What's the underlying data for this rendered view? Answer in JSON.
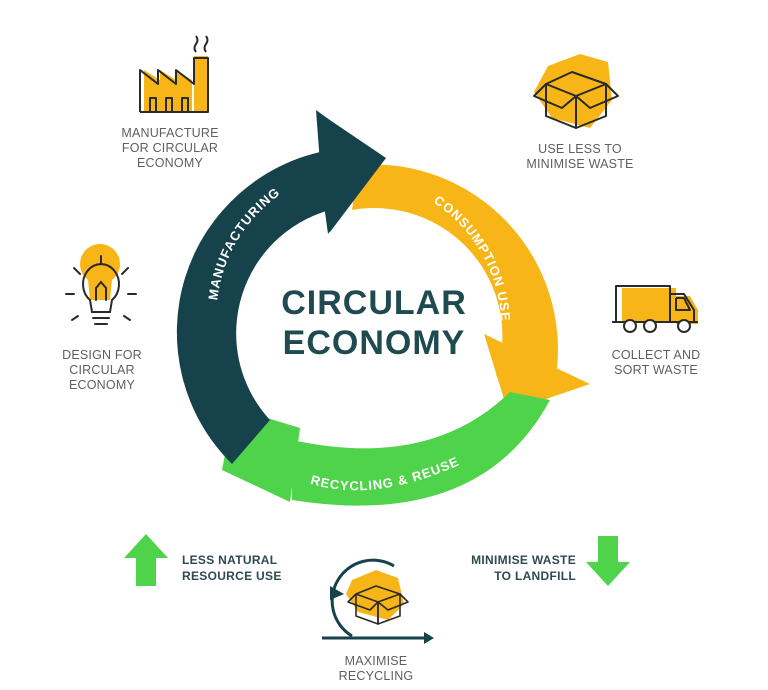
{
  "title": {
    "line1": "CIRCULAR",
    "line2": "ECONOMY"
  },
  "cycle": {
    "manufacturing": "MANUFACTURING",
    "consumption": "CONSUMPTION USE",
    "recycling": "RECYCLING & REUSE"
  },
  "labels": {
    "manufacture": [
      "MANUFACTURE",
      "FOR CIRCULAR",
      "ECONOMY"
    ],
    "use_less": [
      "USE LESS TO",
      "MINIMISE WASTE"
    ],
    "collect": [
      "COLLECT AND",
      "SORT WASTE"
    ],
    "design": [
      "DESIGN FOR",
      "CIRCULAR",
      "ECONOMY"
    ],
    "maximise": [
      "MAXIMISE",
      "RECYCLING"
    ]
  },
  "bottom": {
    "less_natural": [
      "LESS NATURAL",
      "RESOURCE USE"
    ],
    "minimise_landfill": [
      "MINIMISE WASTE",
      "TO LANDFILL"
    ]
  },
  "icons": {
    "factory": "factory-icon",
    "box": "box-icon",
    "truck": "truck-icon",
    "bulb": "lightbulb-icon",
    "recycle_box": "recycle-box-icon",
    "up_arrow": "up-arrow-icon",
    "down_arrow": "down-arrow-icon"
  },
  "colors": {
    "dark_teal": "#16434b",
    "yellow": "#f8b518",
    "green": "#4ed34a",
    "text": "#5f5f5f"
  }
}
